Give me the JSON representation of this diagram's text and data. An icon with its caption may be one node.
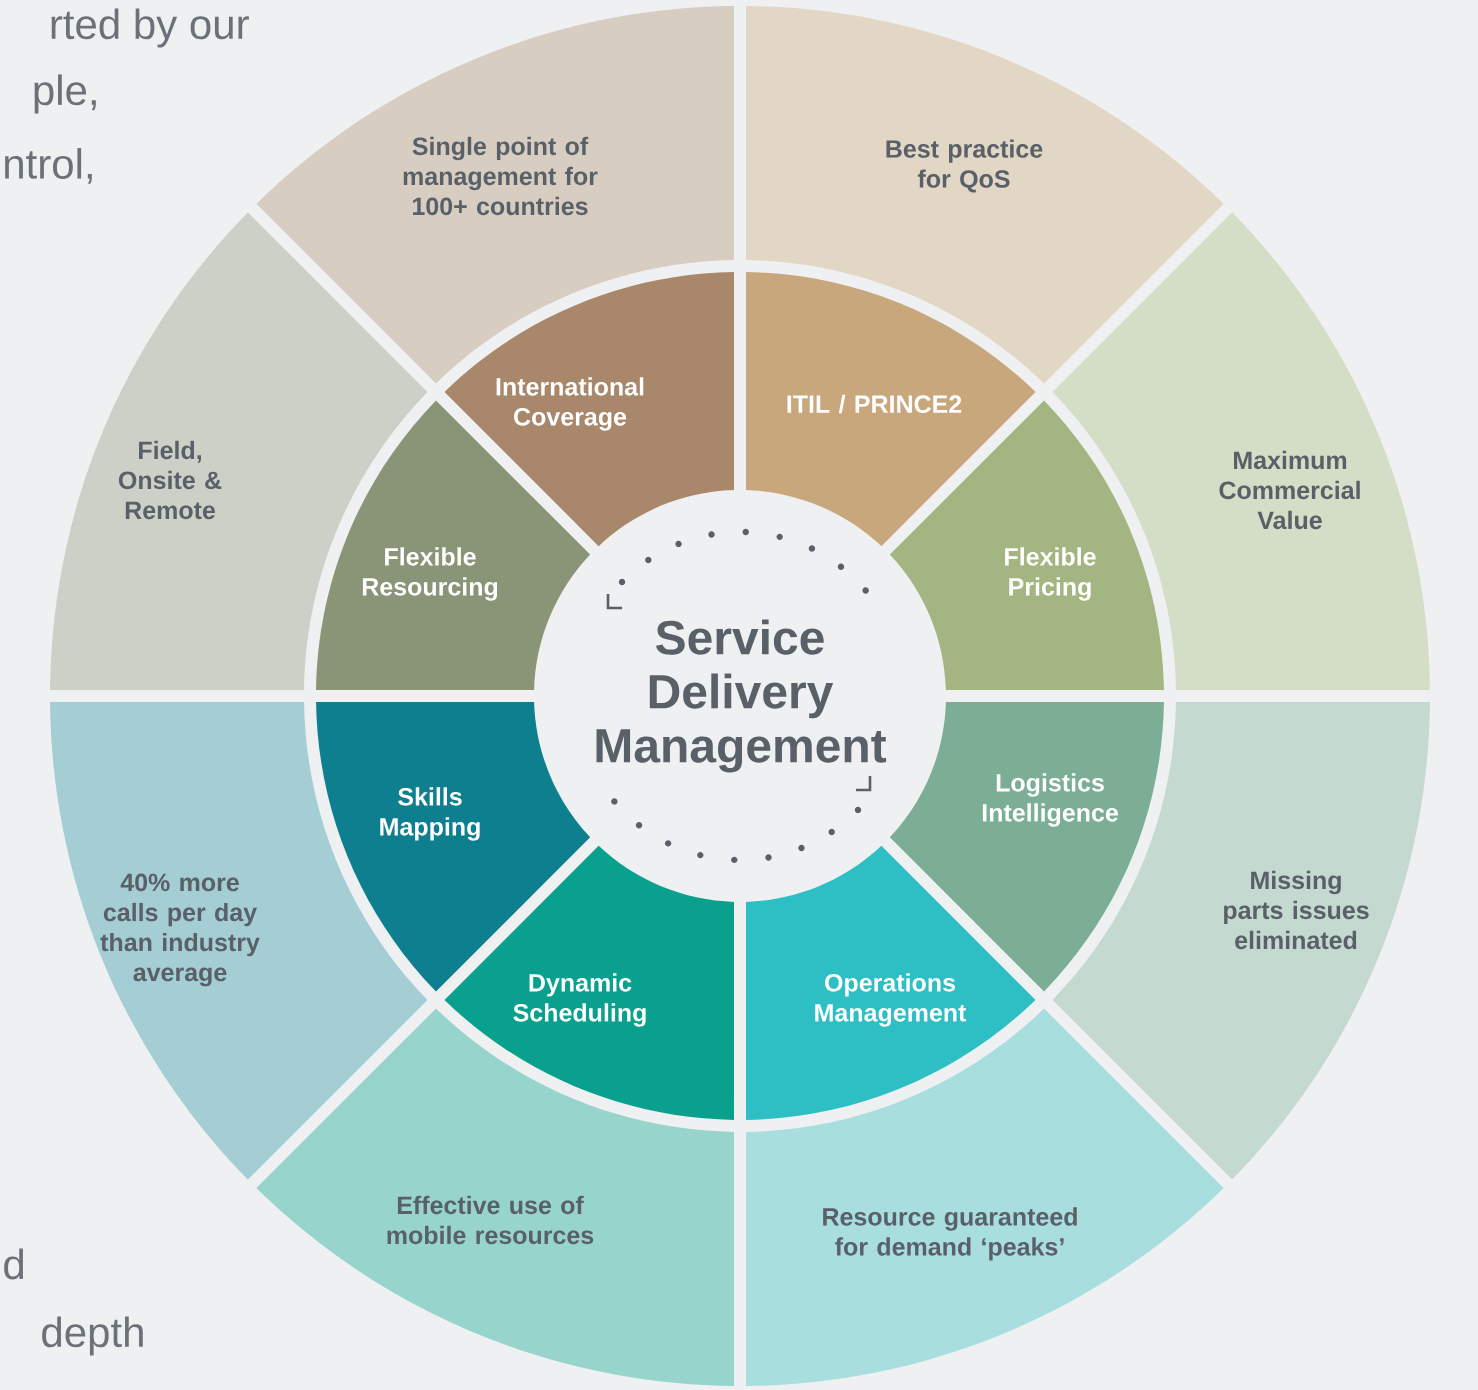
{
  "diagram": {
    "nodes": [
      {
        "text": [
          "Service Delivery Management"
        ]
      },
      {
        "text": [
          "International Coverage"
        ]
      },
      {
        "text": [
          "ITIL / PRINCE2"
        ]
      },
      {
        "text": [
          "Flexible Pricing"
        ]
      },
      {
        "text": [
          "Logistics Intelligence"
        ]
      },
      {
        "text": [
          "Operations Management"
        ]
      },
      {
        "text": [
          "Dynamic Scheduling"
        ]
      },
      {
        "text": [
          "Skills Mapping"
        ]
      },
      {
        "text": [
          "Flexible Resourcing"
        ]
      },
      {
        "text": [
          "Single point of management for 100+ countries"
        ]
      },
      {
        "text": [
          "Best practice for QoS"
        ]
      },
      {
        "text": [
          "Maximum Commercial Value"
        ]
      },
      {
        "text": [
          "Missing parts issues eliminated"
        ]
      },
      {
        "text": [
          "Resource guaranteed for demand ‘peaks’"
        ]
      },
      {
        "text": [
          "Effective use of mobile resources"
        ]
      },
      {
        "text": [
          "40% more calls per day than industry average"
        ]
      },
      {
        "text": [
          "Field, Onsite & Remote"
        ]
      }
    ],
    "labels": [
      "rted by our",
      "ple,",
      "ntrol,",
      "d",
      "depth"
    ]
  }
}
